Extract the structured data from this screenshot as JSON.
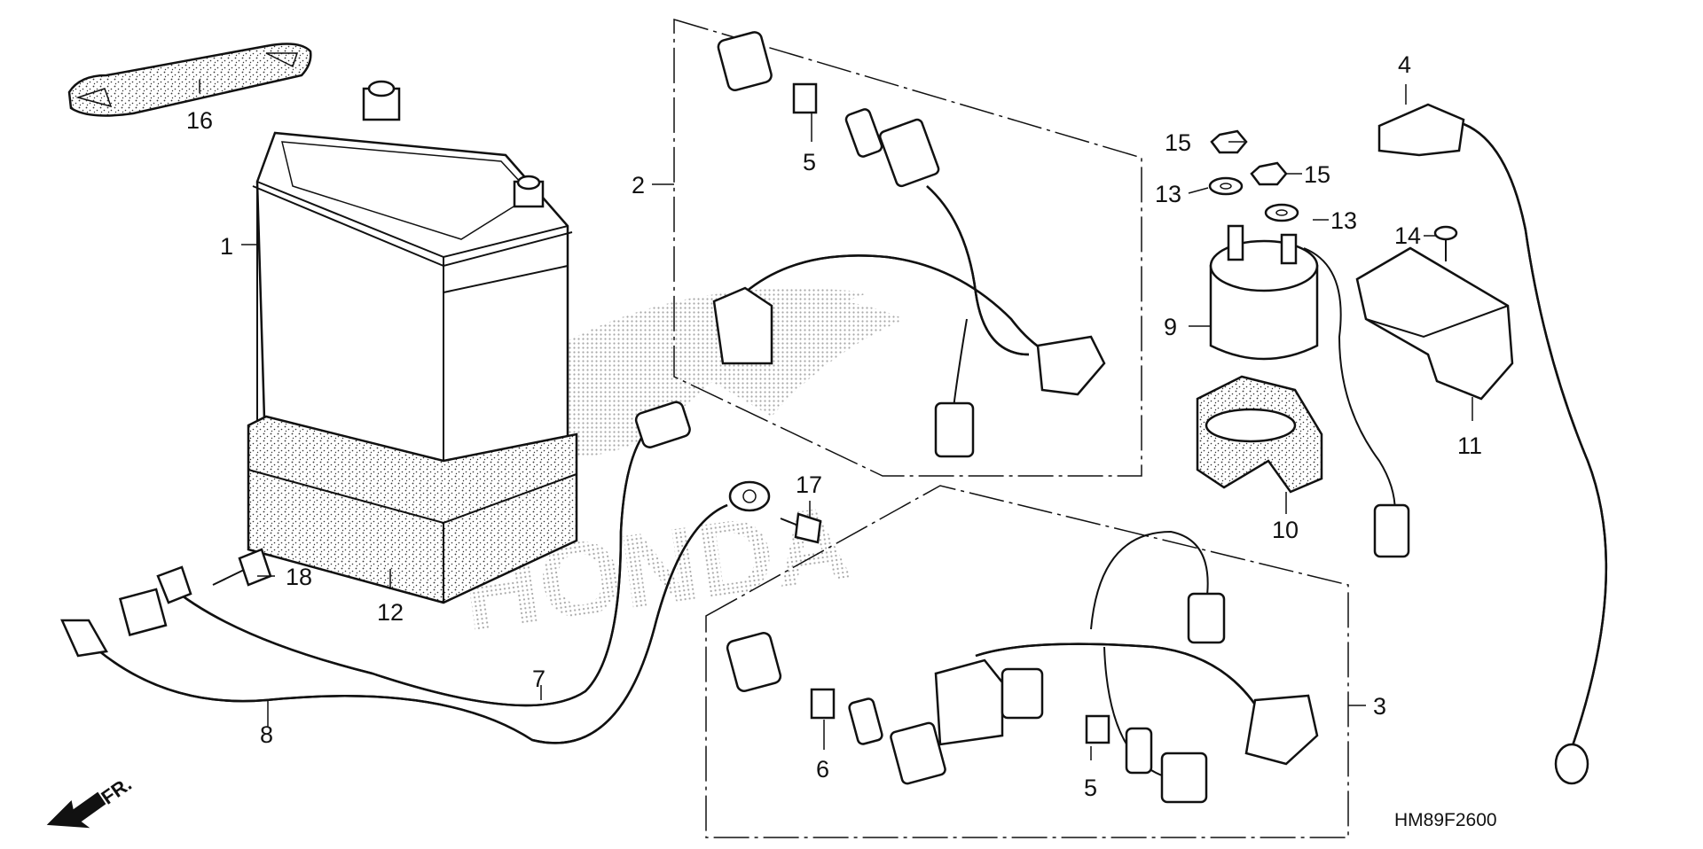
{
  "diagram": {
    "code": "HM89F2600",
    "direction_label": "FR.",
    "watermark": "HONDA",
    "callouts": [
      {
        "id": "1",
        "label": "1"
      },
      {
        "id": "2",
        "label": "2"
      },
      {
        "id": "3",
        "label": "3"
      },
      {
        "id": "4",
        "label": "4"
      },
      {
        "id": "5a",
        "label": "5"
      },
      {
        "id": "5b",
        "label": "5"
      },
      {
        "id": "6",
        "label": "6"
      },
      {
        "id": "7",
        "label": "7"
      },
      {
        "id": "8",
        "label": "8"
      },
      {
        "id": "9",
        "label": "9"
      },
      {
        "id": "10",
        "label": "10"
      },
      {
        "id": "11",
        "label": "11"
      },
      {
        "id": "12",
        "label": "12"
      },
      {
        "id": "13a",
        "label": "13"
      },
      {
        "id": "13b",
        "label": "13"
      },
      {
        "id": "14",
        "label": "14"
      },
      {
        "id": "15a",
        "label": "15"
      },
      {
        "id": "15b",
        "label": "15"
      },
      {
        "id": "16",
        "label": "16"
      },
      {
        "id": "17",
        "label": "17"
      },
      {
        "id": "18",
        "label": "18"
      }
    ]
  }
}
